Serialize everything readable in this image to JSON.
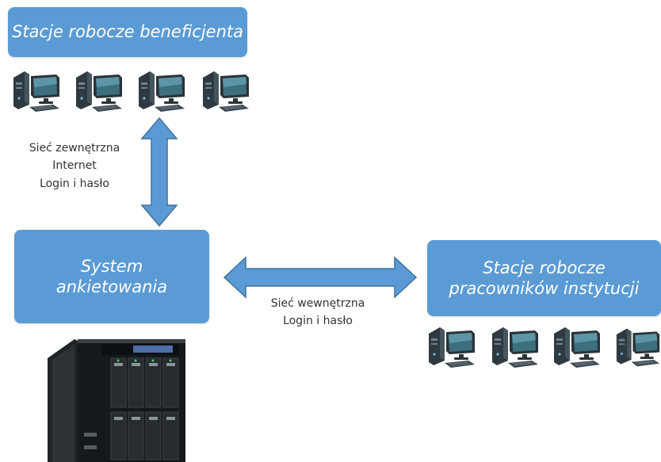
{
  "nodes": {
    "beneficiary": {
      "lines": [
        "Stacje robocze beneficjenta"
      ]
    },
    "system": {
      "lines": [
        "System",
        "ankietowania"
      ]
    },
    "staff": {
      "lines": [
        "Stacje robocze",
        "pracowników instytucji"
      ]
    }
  },
  "connections": {
    "external": {
      "lines": [
        "Sieć zewnętrzna",
        "Internet",
        "Login i hasło"
      ]
    },
    "internal": {
      "lines": [
        "Sieć wewnętrzna",
        "Login i hasło"
      ]
    }
  },
  "icons": {
    "workstation": "desktop-computer-icon",
    "server": "nas-server-icon"
  },
  "colors": {
    "box_fill": "#5b9bd5",
    "arrow_fill": "#5b9bd5",
    "arrow_stroke": "#41719c",
    "text_light": "#ffffff",
    "text_dark": "#333333"
  }
}
